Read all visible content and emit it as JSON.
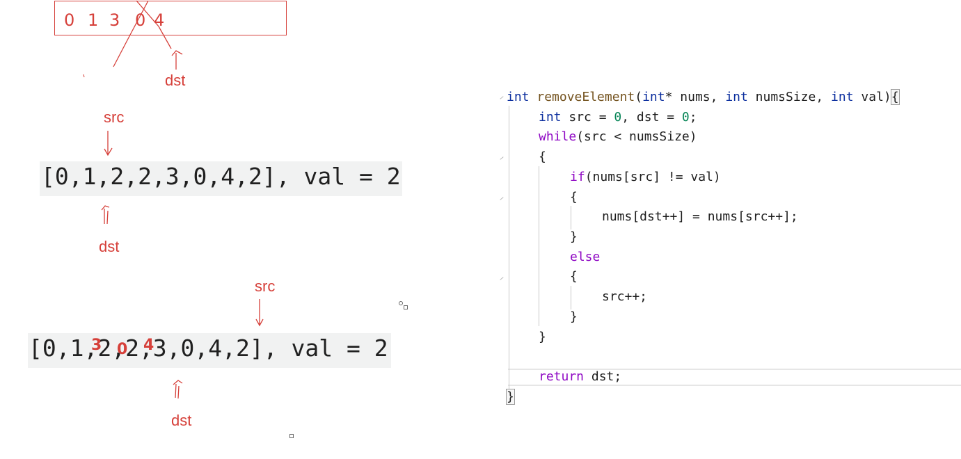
{
  "colors": {
    "ink": "#d6403a",
    "keyword": "#0b2e9e",
    "control": "#8f08c4",
    "function": "#74531f",
    "number": "#098658"
  },
  "annotation_top": {
    "digits": [
      "0",
      "1",
      "3",
      "0",
      "4"
    ],
    "dst_label": "dst"
  },
  "example1": {
    "array_text": "[0,1,2,2,3,0,4,2], val = 2",
    "src_label": "src",
    "dst_label": "dst"
  },
  "example2": {
    "array_text": "[0,1,2,2,3,0,4,2], val = 2",
    "overwrites": [
      "3",
      "0",
      "4"
    ],
    "src_label": "src",
    "dst_label": "dst"
  },
  "code": {
    "kw_int": "int",
    "fn_name": "removeElement",
    "sig_part1": "(",
    "sig_param1": "* nums, ",
    "sig_param2": " numsSize, ",
    "sig_param3": " val)",
    "open_brace": "{",
    "l2_rest": " src = ",
    "zero": "0",
    "l2_mid": ", dst = ",
    "l2_end": ";",
    "kw_while": "while",
    "while_rest": "(src < numsSize)",
    "kw_if": "if",
    "if_rest": "(nums[src] != val)",
    "assign": "nums[dst++] = nums[src++];",
    "close_brace": "}",
    "kw_else": "else",
    "src_inc": "src++;",
    "kw_return": "return",
    "return_rest": " dst;"
  }
}
